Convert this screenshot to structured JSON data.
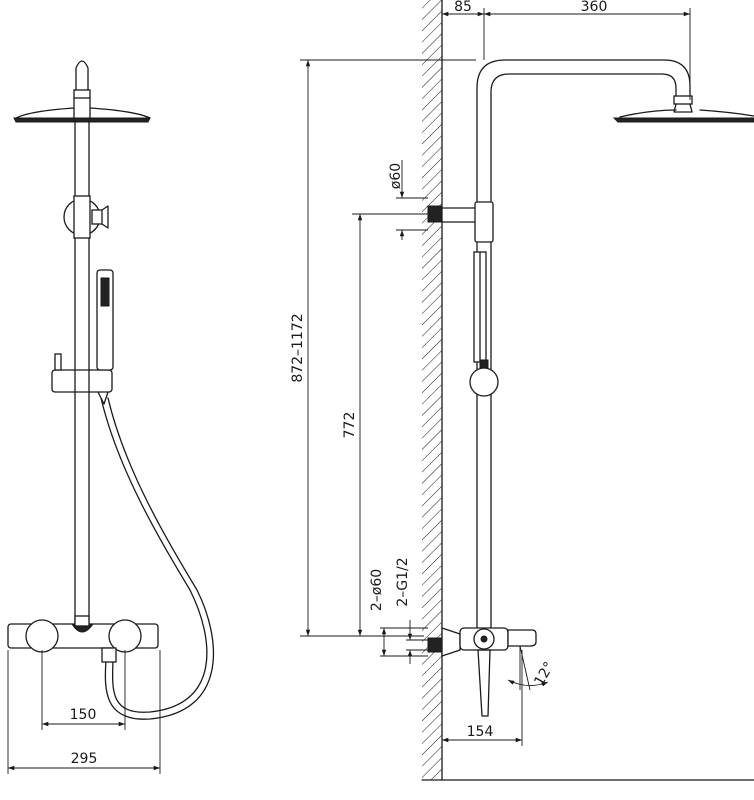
{
  "dimensions": {
    "wall_offset": "85",
    "arm_length": "360",
    "total_height": "872–1172",
    "bracket_diameter": "ø60",
    "slide_height": "772",
    "flange_diameter": "2–ø60",
    "thread": "2–G1/2",
    "spout_angle": "12°",
    "spout_projection": "154",
    "inlet_spacing": "150",
    "mixer_width": "295"
  },
  "colors": {
    "line": "#1a1a1a",
    "background": "#ffffff"
  }
}
